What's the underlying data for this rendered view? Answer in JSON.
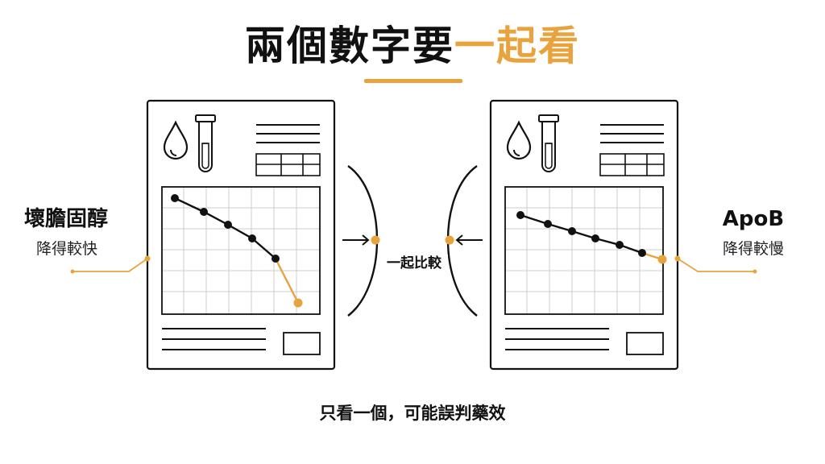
{
  "title": {
    "main": "兩個數字要",
    "accent": "一起看"
  },
  "left": {
    "label": "壞膽固醇",
    "trend": "降得較快"
  },
  "right": {
    "label": "ApoB",
    "trend": "降得較慢"
  },
  "middle": {
    "label": "一起比較"
  },
  "footer": "只看一個，可能誤判藥效",
  "colors": {
    "accent": "#e8a33d",
    "ink": "#111111",
    "grid": "#cccccc"
  },
  "icons": [
    "drop-icon",
    "test-tube-icon"
  ]
}
